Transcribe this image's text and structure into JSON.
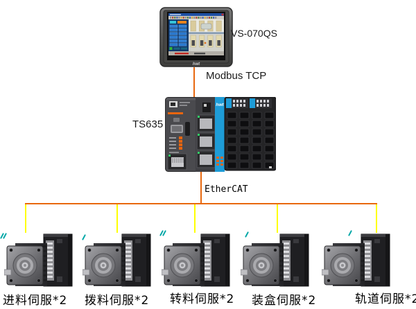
{
  "diagram": {
    "hmi": {
      "model": "VS-070QS",
      "brand": "hwt"
    },
    "links": {
      "top": "Modbus TCP",
      "bottom": "EtherCAT"
    },
    "plc": {
      "model": "TS635",
      "brand": "hwt"
    },
    "servos": [
      {
        "label": "进料伺服*2"
      },
      {
        "label": "拨料伺服*2"
      },
      {
        "label": "转料伺服*2"
      },
      {
        "label": "装盒伺服*2"
      },
      {
        "label": "轨道伺服*2"
      }
    ],
    "colors": {
      "bus_line": "#e8680f",
      "drop_line": "#ffff00",
      "tick_mark": "#00a7a7",
      "plc_accent": "#1e9cd7",
      "hmi_titlebar": "#1d4fa3"
    }
  }
}
